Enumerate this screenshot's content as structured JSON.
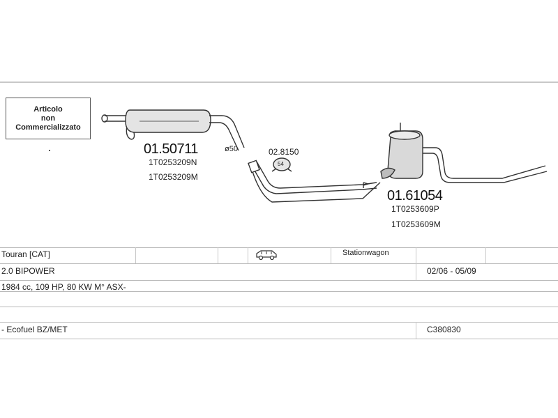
{
  "diagram": {
    "note": {
      "line1": "Articolo",
      "line2": "non",
      "line3": "Commercializzato"
    },
    "part1": {
      "code": "01.50711",
      "ref1": "1T0253209N",
      "ref2": "1T0253209M"
    },
    "part2": {
      "code": "01.61054",
      "ref1": "1T0253609P",
      "ref2": "1T0253609M"
    },
    "pipe_diameter": "ø50",
    "clamp": {
      "code": "02.8150",
      "badge": "54"
    },
    "colors": {
      "line": "#333333",
      "fill": "#d9d9d9"
    }
  },
  "table": {
    "row1": {
      "model": "Touran  [CAT]",
      "icon": "car-icon",
      "body": "Stationwagon"
    },
    "row2": {
      "engine": "2.0 BIPOWER",
      "period": "02/06 - 05/09"
    },
    "row3": {
      "details": "1984 cc, 109 HP, 80 KW M° ASX-"
    },
    "row5": {
      "fuel": "- Ecofuel BZ/MET",
      "code": "C380830"
    }
  }
}
